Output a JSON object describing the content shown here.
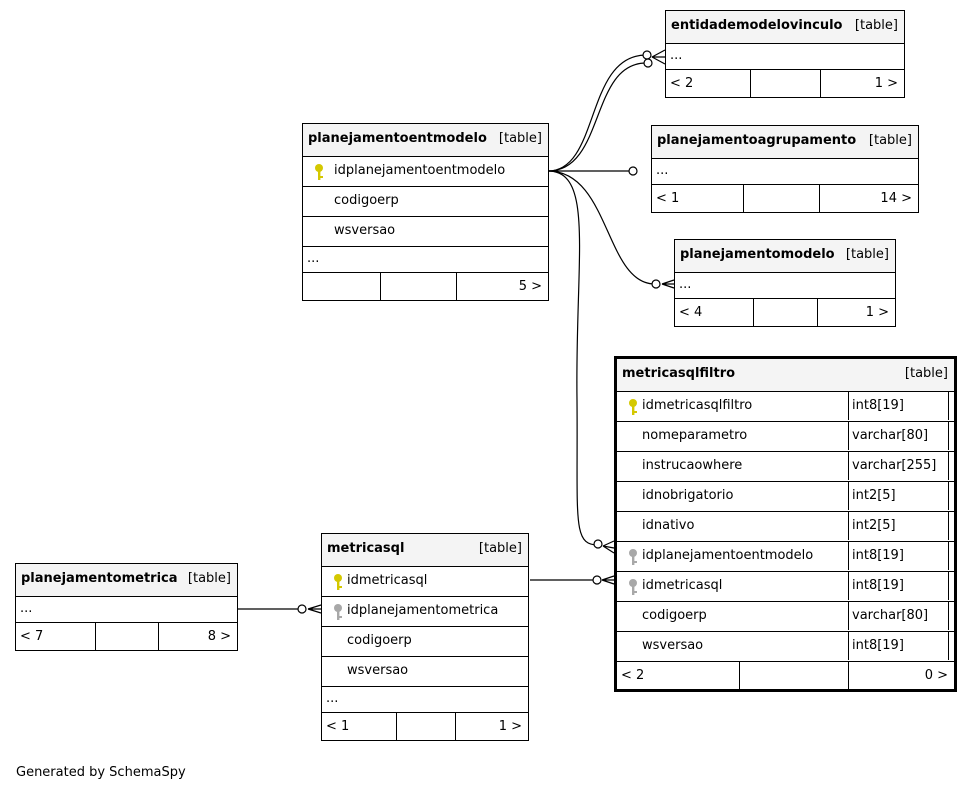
{
  "tables": {
    "entidademodelovinculo": {
      "name": "entidademodelovinculo",
      "type": "[table]",
      "ellipsis": "...",
      "parents": "< 2",
      "children": "1 >"
    },
    "planejamentoagrupamento": {
      "name": "planejamentoagrupamento",
      "type": "[table]",
      "ellipsis": "...",
      "parents": "< 1",
      "children": "14 >"
    },
    "planejamentomodelo": {
      "name": "planejamentomodelo",
      "type": "[table]",
      "ellipsis": "...",
      "parents": "< 4",
      "children": "1 >"
    },
    "planejamentoentmodelo": {
      "name": "planejamentoentmodelo",
      "type": "[table]",
      "columns": [
        {
          "name": "idplanejamentoentmodelo",
          "key": "primary"
        },
        {
          "name": "codigoerp",
          "key": "none"
        },
        {
          "name": "wsversao",
          "key": "none"
        }
      ],
      "ellipsis": "...",
      "parents": "",
      "children": "5 >"
    },
    "metricasqlfiltro": {
      "name": "metricasqlfiltro",
      "type": "[table]",
      "columns": [
        {
          "name": "idmetricasqlfiltro",
          "datatype": "int8[19]",
          "key": "primary"
        },
        {
          "name": "nomeparametro",
          "datatype": "varchar[80]",
          "key": "none"
        },
        {
          "name": "instrucaowhere",
          "datatype": "varchar[255]",
          "key": "none"
        },
        {
          "name": "idnobrigatorio",
          "datatype": "int2[5]",
          "key": "none"
        },
        {
          "name": "idnativo",
          "datatype": "int2[5]",
          "key": "none"
        },
        {
          "name": "idplanejamentoentmodelo",
          "datatype": "int8[19]",
          "key": "foreign"
        },
        {
          "name": "idmetricasql",
          "datatype": "int8[19]",
          "key": "foreign"
        },
        {
          "name": "codigoerp",
          "datatype": "varchar[80]",
          "key": "none"
        },
        {
          "name": "wsversao",
          "datatype": "int8[19]",
          "key": "none"
        }
      ],
      "parents": "< 2",
      "children": "0 >"
    },
    "metricasql": {
      "name": "metricasql",
      "type": "[table]",
      "columns": [
        {
          "name": "idmetricasql",
          "key": "primary"
        },
        {
          "name": "idplanejamentometrica",
          "key": "foreign"
        },
        {
          "name": "codigoerp",
          "key": "none"
        },
        {
          "name": "wsversao",
          "key": "none"
        }
      ],
      "ellipsis": "...",
      "parents": "< 1",
      "children": "1 >"
    },
    "planejamentometrica": {
      "name": "planejamentometrica",
      "type": "[table]",
      "ellipsis": "...",
      "parents": "< 7",
      "children": "8 >"
    }
  },
  "colors": {
    "primary_key": "#d4c800",
    "foreign_key": "#a8a8a8",
    "header_bg": "#f4f4f4"
  },
  "caption": "Generated by SchemaSpy"
}
